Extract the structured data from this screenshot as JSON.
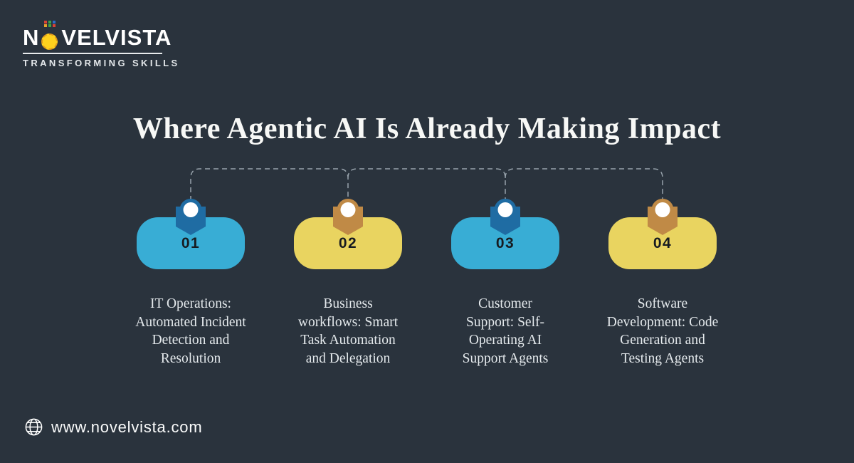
{
  "logo": {
    "brand_start": "N",
    "brand_end": "VELVISTA",
    "tagline": "TRANSFORMING SKILLS"
  },
  "title": "Where Agentic AI Is Already Making Impact",
  "steps": [
    {
      "number": "01",
      "theme": "blue",
      "description": "IT Operations:\nAutomated Incident\nDetection and\nResolution"
    },
    {
      "number": "02",
      "theme": "yellow",
      "description": "Business\nworkflows: Smart\nTask Automation\nand Delegation"
    },
    {
      "number": "03",
      "theme": "blue",
      "description": "Customer\nSupport: Self-\nOperating AI\nSupport Agents"
    },
    {
      "number": "04",
      "theme": "yellow",
      "description": "Software\nDevelopment: Code\nGeneration and\nTesting Agents"
    }
  ],
  "footer": {
    "website": "www.novelvista.com"
  },
  "colors": {
    "background": "#2A333D",
    "card_blue": "#38ADD5",
    "card_yellow": "#E9D460",
    "badge_blue": "#1F6CA3",
    "badge_brown": "#C08A46",
    "connector": "#97A2AB",
    "sun_yellow": "#FFD21E",
    "title_text": "#F7F8F6",
    "body_text": "#E4E9EC"
  }
}
